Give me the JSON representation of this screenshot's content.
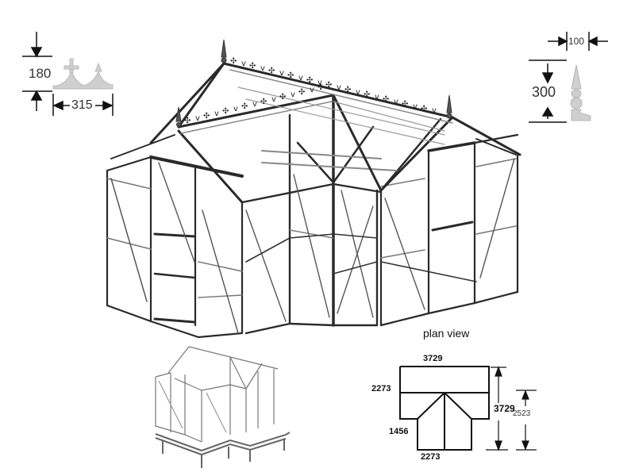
{
  "ridge_cresting": {
    "height_label": "180",
    "width_label": "315",
    "unit": "mm"
  },
  "finial": {
    "width_label": "100",
    "height_label": "300",
    "unit": "mm"
  },
  "main_view": {
    "description": "Victorian T-shaped greenhouse frame, isometric view with ornamental ridge cresting and finials"
  },
  "base_view": {
    "description": "Small isometric view of greenhouse on T-shaped base"
  },
  "plan_view": {
    "title": "plan view",
    "top_width": "3729",
    "left_depth": "2273",
    "leg_depth": "1456",
    "bottom_width": "2273",
    "total_depth": "3729",
    "leg_total": "2523"
  },
  "colors": {
    "frame": "#2a2a2a",
    "frame_light": "#8a8a8a",
    "ornament_grey": "#c8c8c8",
    "background": "#ffffff"
  }
}
